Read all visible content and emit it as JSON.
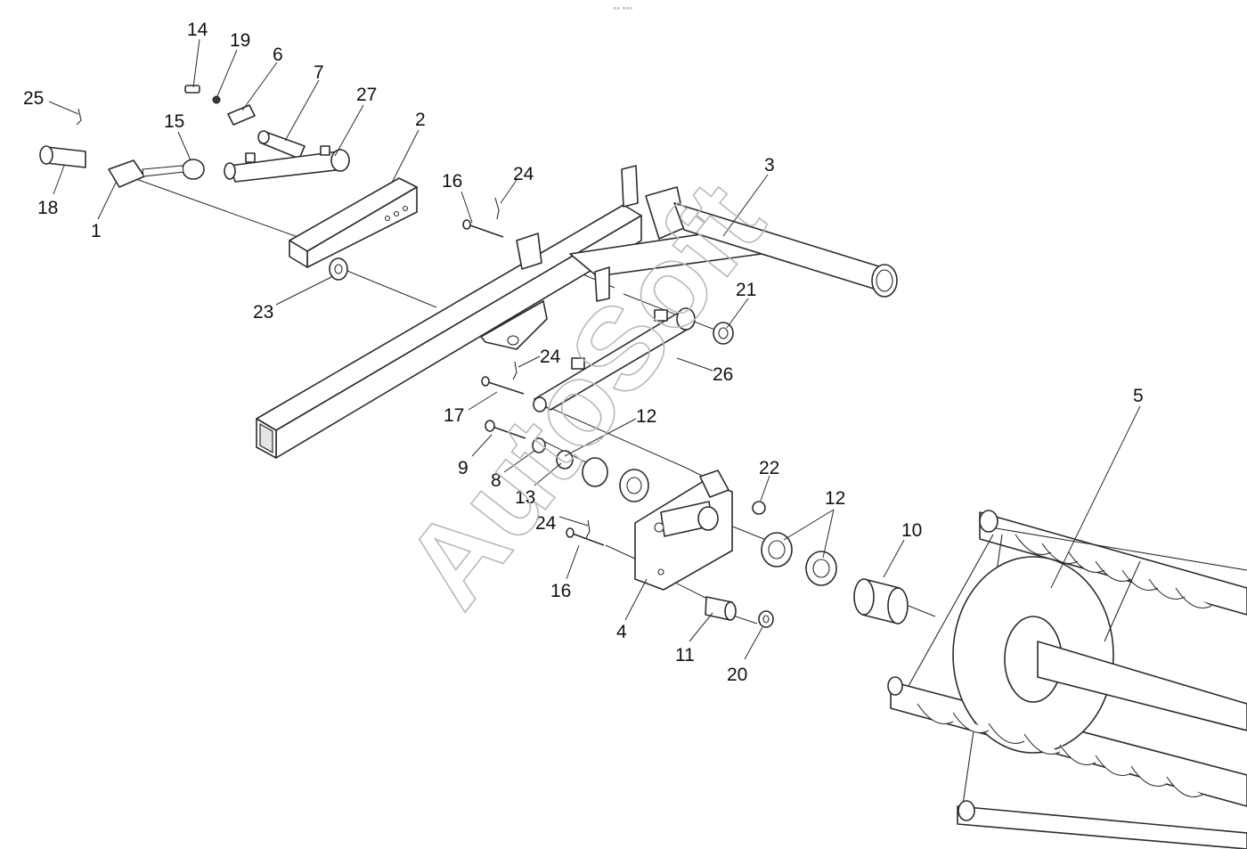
{
  "header_mark": "°° °°°",
  "watermark": "AutoSoft",
  "callouts": {
    "p1": "1",
    "p2": "2",
    "p3": "3",
    "p4": "4",
    "p5": "5",
    "p6": "6",
    "p7": "7",
    "p8": "8",
    "p9": "9",
    "p10": "10",
    "p11": "11",
    "p12a": "12",
    "p12b": "12",
    "p13": "13",
    "p14": "14",
    "p15": "15",
    "p16a": "16",
    "p16b": "16",
    "p17": "17",
    "p18": "18",
    "p19": "19",
    "p20": "20",
    "p21": "21",
    "p22": "22",
    "p23": "23",
    "p24a": "24",
    "p24b": "24",
    "p24c": "24",
    "p25": "25",
    "p26": "26",
    "p27": "27"
  }
}
